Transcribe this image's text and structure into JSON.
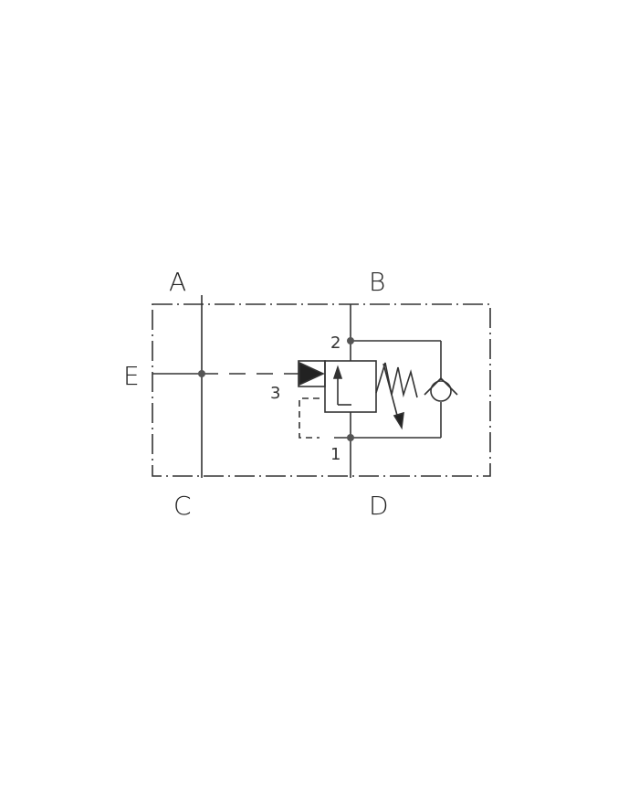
{
  "diagram": {
    "type": "hydraulic-schematic",
    "ports": {
      "A": "A",
      "B": "B",
      "C": "C",
      "D": "D",
      "E": "E"
    },
    "valve_ports": {
      "p1": "1",
      "p2": "2",
      "p3": "3"
    },
    "components": [
      "manifold-boundary",
      "pilot-operated-valve",
      "adjustable-spring",
      "check-valve"
    ],
    "colors": {
      "line": "#333333",
      "background": "#ffffff"
    }
  }
}
